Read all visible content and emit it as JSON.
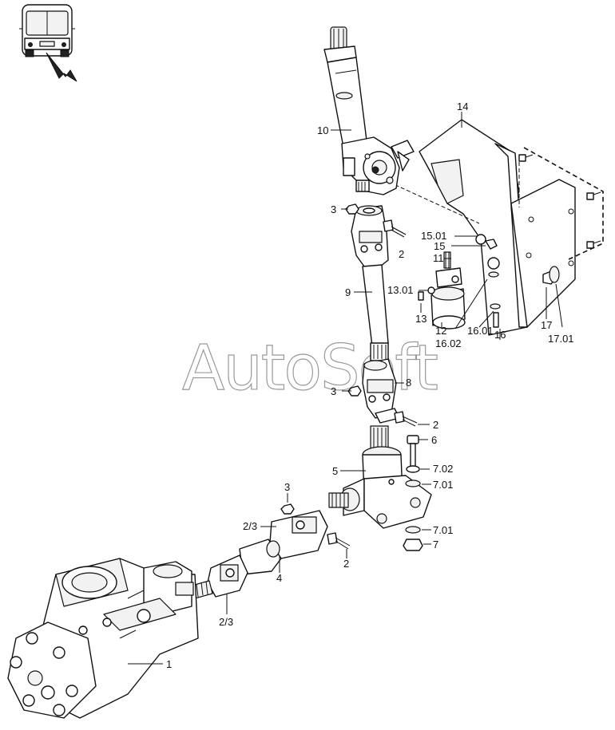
{
  "watermark": "AutoSoft",
  "icon": "bus-front-view-icon",
  "callouts": {
    "c1": "1",
    "c2a": "2",
    "c2b": "2",
    "c2c": "2",
    "c23a": "2/3",
    "c23b": "2/3",
    "c3a": "3",
    "c3b": "3",
    "c3c": "3",
    "c4": "4",
    "c5": "5",
    "c6": "6",
    "c7": "7",
    "c701a": "7.01",
    "c701b": "7.01",
    "c702": "7.02",
    "c8": "8",
    "c9": "9",
    "c10": "10",
    "c11": "11",
    "c12": "12",
    "c13": "13",
    "c1301": "13.01",
    "c14": "14",
    "c15": "15",
    "c1501": "15.01",
    "c16": "16",
    "c1601": "16.01",
    "c1602": "16.02",
    "c17": "17",
    "c1701": "17.01"
  }
}
